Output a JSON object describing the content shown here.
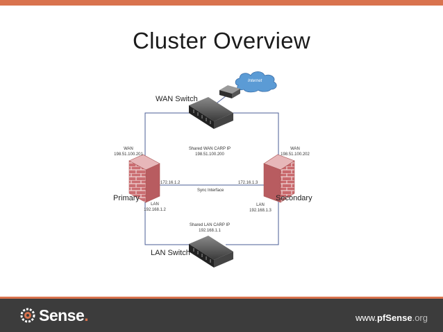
{
  "title": "Cluster Overview",
  "internet": "Internet",
  "wan_switch": "WAN Switch",
  "lan_switch": "LAN Switch",
  "primary": {
    "name": "Primary",
    "wan_label": "WAN",
    "wan_ip": "198.51.100.201",
    "sync_ip": "172.16.1.2",
    "lan_label": "LAN",
    "lan_ip": "192.168.1.2"
  },
  "secondary": {
    "name": "Secondary",
    "wan_label": "WAN",
    "wan_ip": "198.51.100.202",
    "sync_ip": "172.16.1.3",
    "lan_label": "LAN",
    "lan_ip": "192.168.1.3"
  },
  "shared_wan": {
    "label": "Shared WAN CARP IP",
    "ip": "198.51.100.200"
  },
  "shared_lan": {
    "label": "Shared LAN CARP IP",
    "ip": "192.168.1.1"
  },
  "sync_interface": "Sync Interface",
  "footer": {
    "logo_main": "Sense",
    "logo_dot": ".",
    "url_prefix": "www.",
    "url_brand": "pfSense",
    "url_suffix": ".org"
  },
  "colors": {
    "accent": "#d9734e",
    "footer_bg": "#3c3c3c",
    "link_line": "#4a5d96",
    "firewall_brick": "#c9686c",
    "cloud": "#5b9bd5"
  }
}
